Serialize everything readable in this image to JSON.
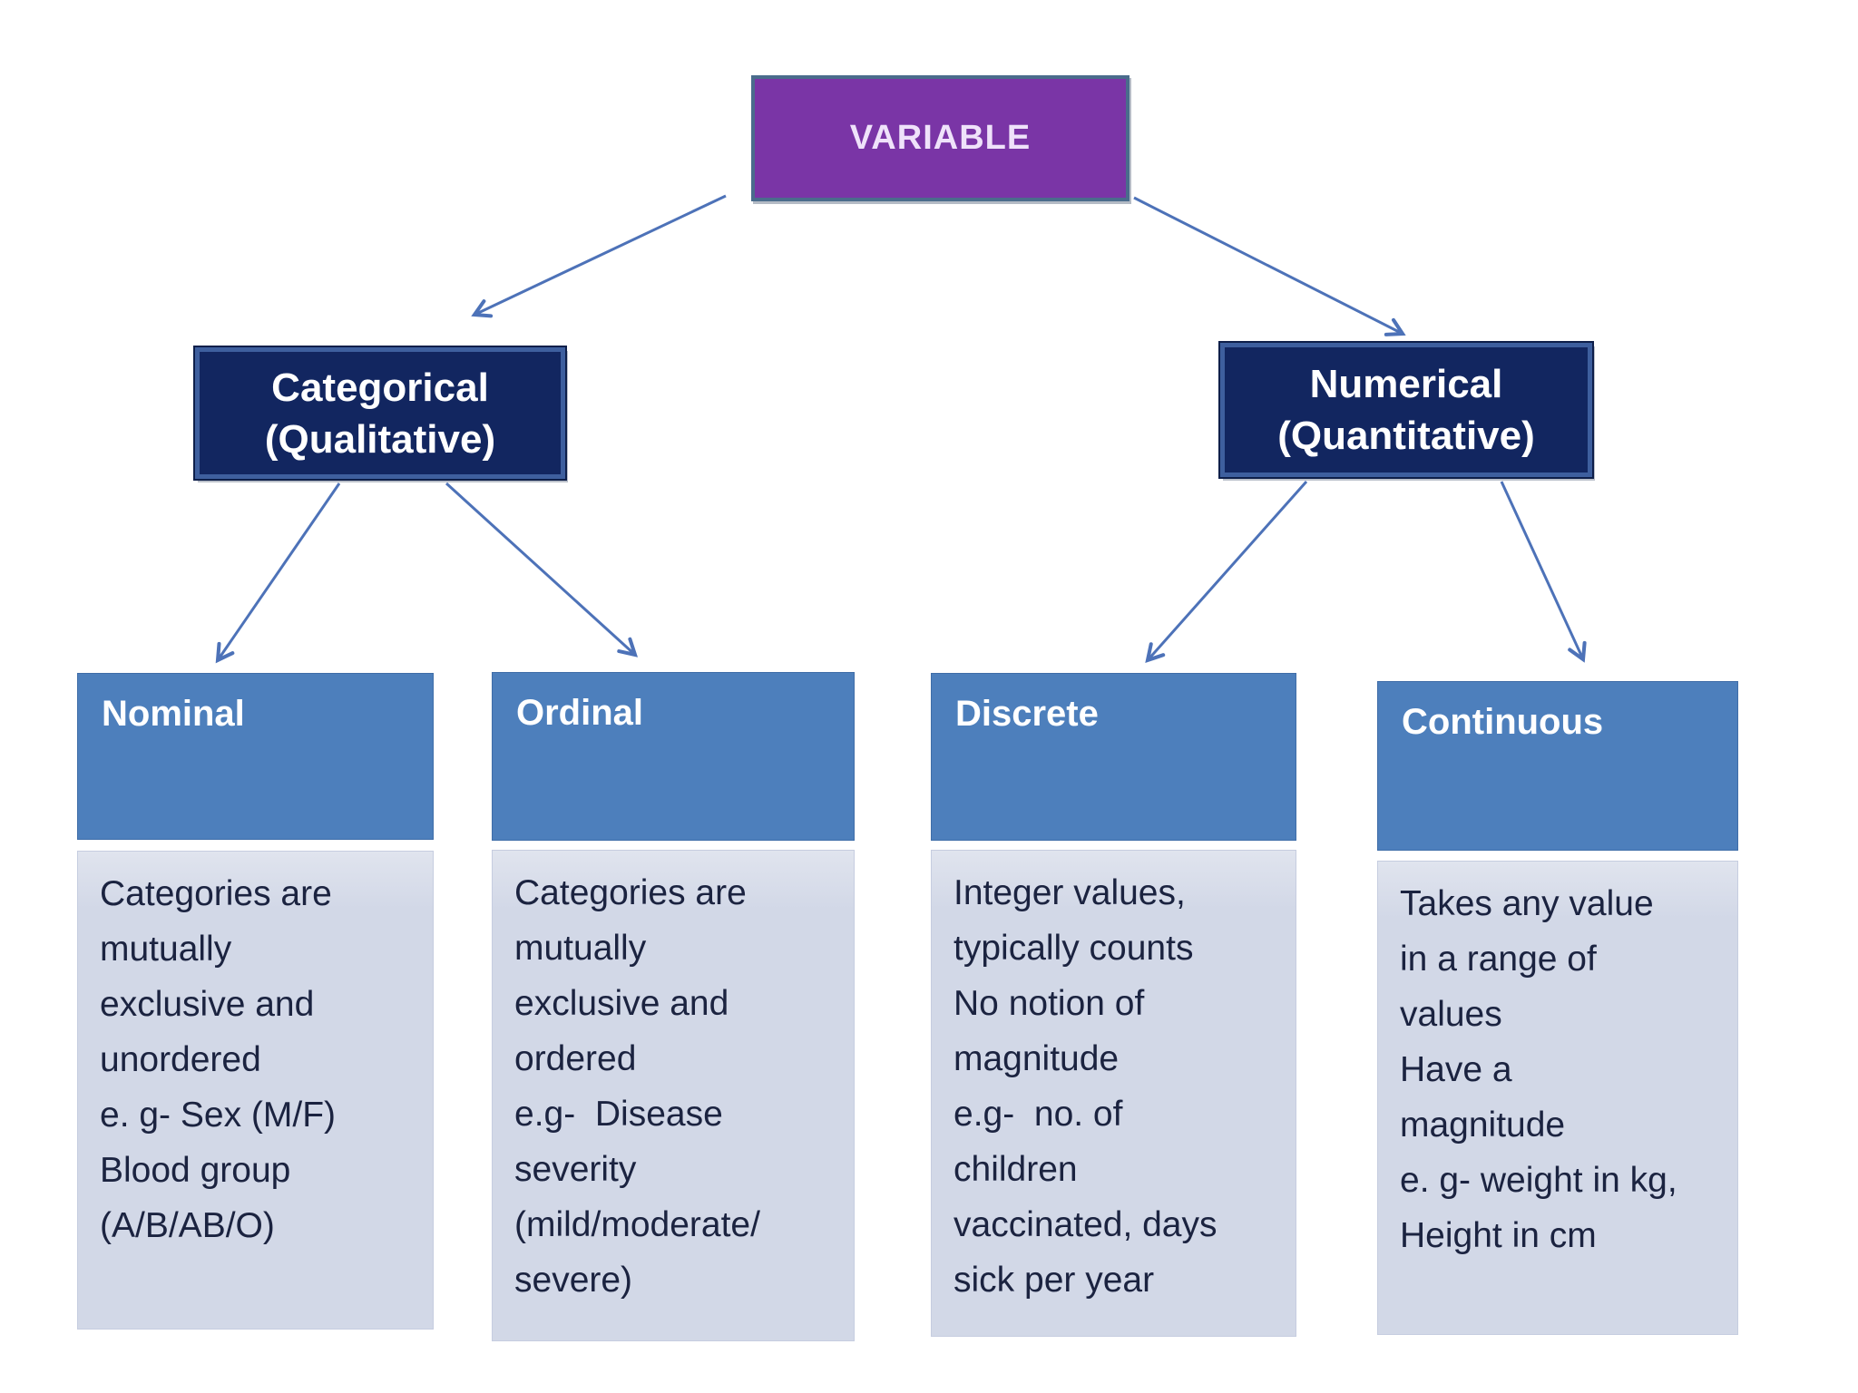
{
  "diagram": {
    "root": {
      "label": "VARIABLE"
    },
    "level1": [
      {
        "id": "categorical",
        "label": "Categorical\n(Qualitative)"
      },
      {
        "id": "numerical",
        "label": "Numerical\n(Quantitative)"
      }
    ],
    "level2": [
      {
        "id": "nominal",
        "title": "Nominal",
        "description": "Categories are\nmutually\nexclusive and\nunordered\ne. g- Sex (M/F)\nBlood group\n(A/B/AB/O)"
      },
      {
        "id": "ordinal",
        "title": "Ordinal",
        "description": "Categories are\nmutually\nexclusive and\nordered\ne.g-  Disease\nseverity\n(mild/moderate/\nsevere)"
      },
      {
        "id": "discrete",
        "title": "Discrete",
        "description": "Integer values,\ntypically counts\nNo notion of\nmagnitude\ne.g-  no. of\nchildren\nvaccinated, days\nsick per year"
      },
      {
        "id": "continuous",
        "title": "Continuous",
        "description": "Takes any value\nin a range of\nvalues\nHave a\nmagnitude\ne. g- weight in kg,\nHeight in cm"
      }
    ],
    "edges": [
      {
        "from": "variable",
        "to": "categorical"
      },
      {
        "from": "variable",
        "to": "numerical"
      },
      {
        "from": "categorical",
        "to": "nominal"
      },
      {
        "from": "categorical",
        "to": "ordinal"
      },
      {
        "from": "numerical",
        "to": "discrete"
      },
      {
        "from": "numerical",
        "to": "continuous"
      }
    ],
    "colors": {
      "background": "#ffffff",
      "root_fill": "#7a35a6",
      "root_border": "#4a6c8c",
      "branch_fill": "#122660",
      "branch_border": "#3e5f9e",
      "leaf_header_fill": "#4d7fbc",
      "leaf_body_fill": "#d4dae8",
      "body_text": "#1b2340",
      "arrow": "#4d72b8"
    }
  }
}
